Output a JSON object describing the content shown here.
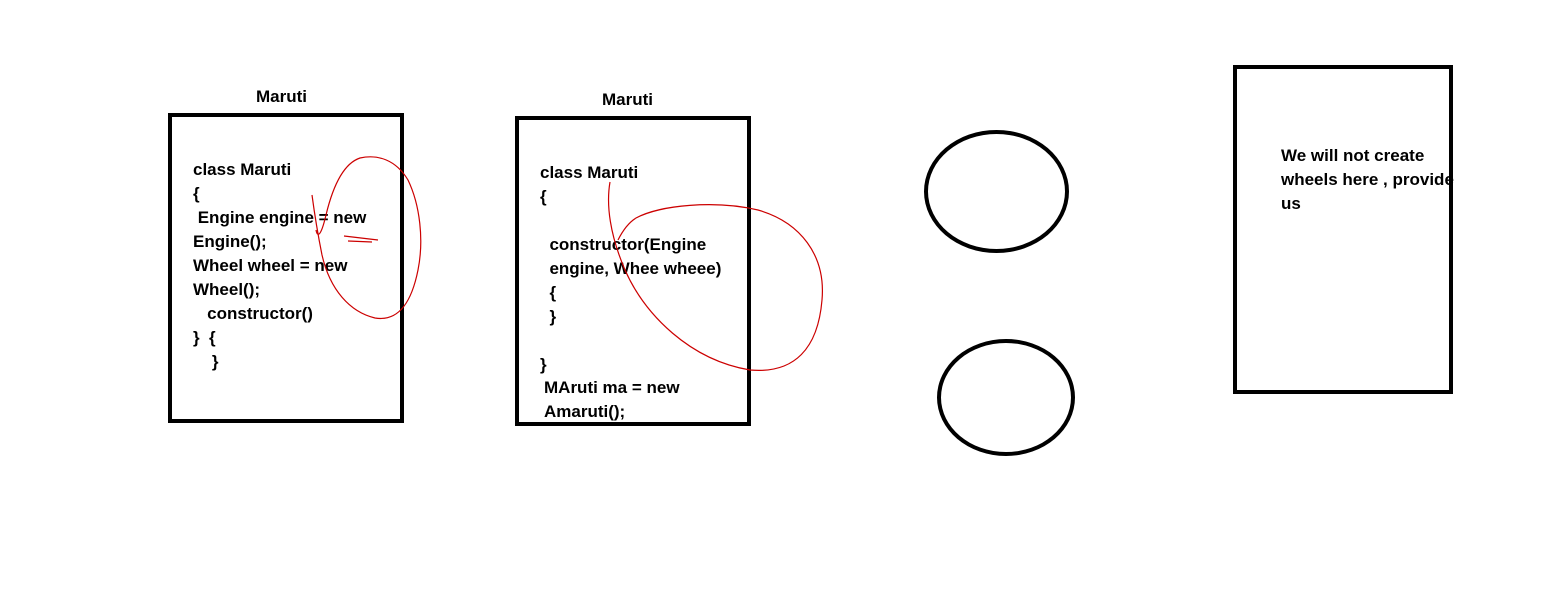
{
  "left_panel": {
    "title": "Maruti",
    "lines": [
      "class Maruti",
      "{",
      " Engine engine = new",
      "Engine();",
      "Wheel wheel = new",
      "Wheel();",
      "   constructor()",
      "}  {",
      "    }"
    ]
  },
  "middle_panel": {
    "title": "Maruti",
    "lines": [
      "class Maruti",
      "{",
      "",
      "  constructor(Engine",
      "  engine, Whee wheee)",
      "  {",
      "  }",
      "",
      "}"
    ],
    "usage_lines": [
      "MAruti ma = new",
      "Amaruti();"
    ]
  },
  "right_panel": {
    "note_lines": [
      "We will not create",
      "wheels here , provide",
      "us"
    ]
  },
  "colors": {
    "outline": "#000000",
    "scribble": "#cc0000",
    "background": "#ffffff"
  }
}
